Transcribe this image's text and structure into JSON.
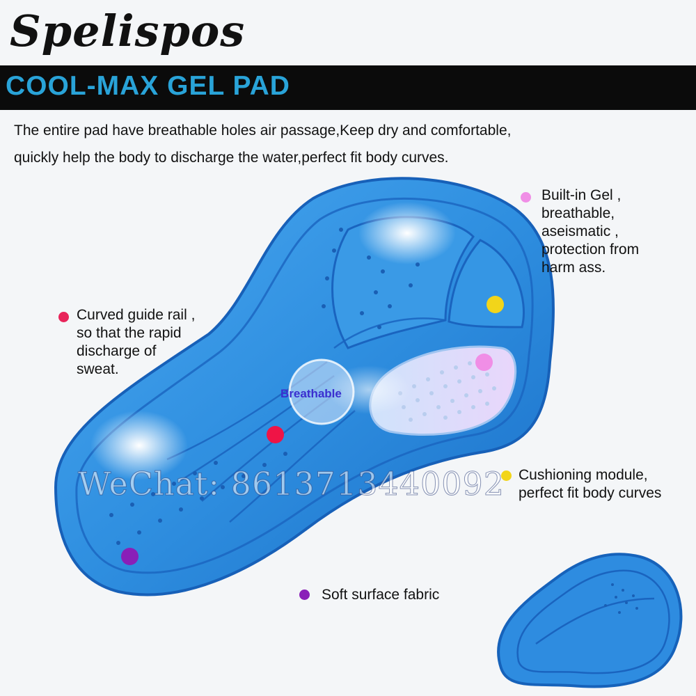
{
  "brand": {
    "name": "Spelispos"
  },
  "banner": {
    "title": "COOL-MAX GEL PAD"
  },
  "intro": {
    "line1": "The entire pad have breathable holes air passage,Keep dry and comfortable,",
    "line2": "quickly help the body to discharge the water,perfect fit body curves."
  },
  "callouts": {
    "gel": {
      "lines": [
        "Built-in Gel ,",
        "breathable,",
        "aseismatic ,",
        "protection from",
        "harm ass."
      ],
      "color": "#f08ee6"
    },
    "rail": {
      "lines": [
        "Curved guide rail ,",
        "so that the rapid",
        "discharge of",
        "sweat."
      ],
      "color": "#e8245a"
    },
    "cushion": {
      "lines": [
        "Cushioning module,",
        "perfect fit body curves"
      ],
      "color": "#f2d51a"
    },
    "fabric": {
      "lines": [
        "Soft surface fabric"
      ],
      "color": "#8a1fb8"
    }
  },
  "markers": {
    "yellow": "#f2d51a",
    "pink": "#f08ee6",
    "red": "#ef1446",
    "purple": "#8a1fb8"
  },
  "breathable_label": "Breathable",
  "watermark": "WeChat: 8613713440092",
  "colors": {
    "pad_blue": "#2f8fe0",
    "pad_dark": "#1769c4",
    "banner_bg": "#0b0b0b",
    "banner_text": "#29a3d8"
  }
}
